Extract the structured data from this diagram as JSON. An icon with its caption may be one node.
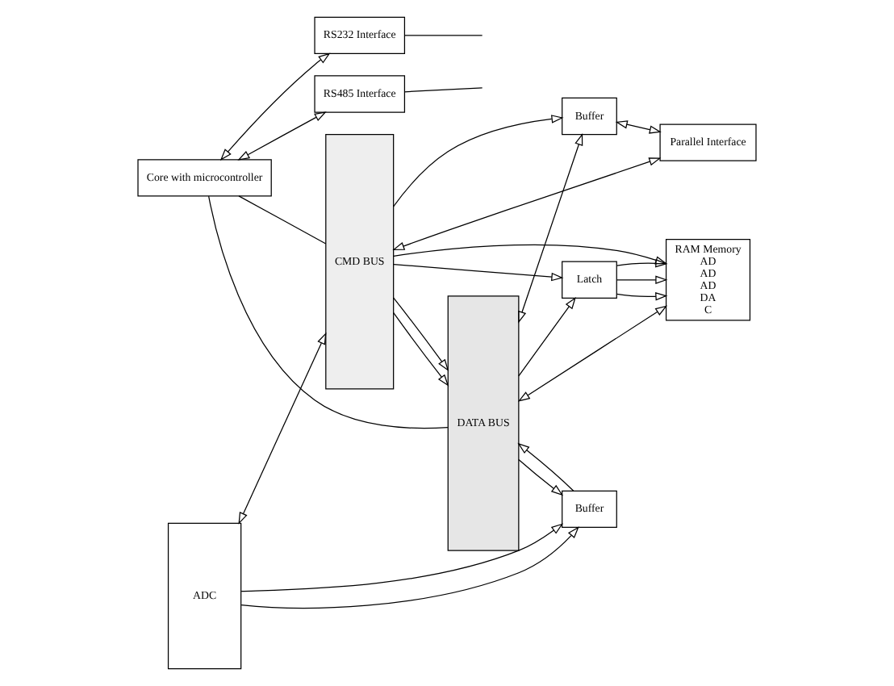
{
  "diagram": {
    "nodes": [
      {
        "text": [
          "Core with microcontroller"
        ]
      },
      {
        "text": [
          "RS485 Interface"
        ]
      },
      {
        "text": [
          "RS232 Interface"
        ]
      },
      {
        "text": [
          "DATA BUS"
        ]
      },
      {
        "text": [
          "CMD BUS"
        ]
      },
      {
        "text": [
          "Latch"
        ]
      },
      {
        "text": [
          "RAM Memory",
          "AD",
          "AD",
          "AD",
          "DA",
          "C"
        ]
      },
      {
        "text": [
          "ADC"
        ]
      },
      {
        "text": [
          "Buffer"
        ]
      },
      {
        "text": [
          "Buffer"
        ]
      },
      {
        "text": [
          "Parallel Interface"
        ]
      }
    ],
    "edges": [
      {
        "from": 0,
        "to": 1,
        "arrow": "both"
      },
      {
        "from": 0,
        "to": 2,
        "arrow": "both"
      },
      {
        "from": 1,
        "to": null,
        "arrow": "none"
      },
      {
        "from": 2,
        "to": null,
        "arrow": "none"
      },
      {
        "from": 0,
        "to": 3,
        "arrow": "none"
      },
      {
        "from": 0,
        "to": 4,
        "arrow": "none"
      },
      {
        "from": 7,
        "to": 8,
        "arrow": "to"
      },
      {
        "from": 7,
        "to": 8,
        "arrow": "to"
      },
      {
        "from": 8,
        "to": 3,
        "arrow": "to"
      },
      {
        "from": 3,
        "to": 8,
        "arrow": "to"
      },
      {
        "from": 7,
        "to": 4,
        "arrow": "both"
      },
      {
        "from": 3,
        "to": 5,
        "arrow": "to"
      },
      {
        "from": 4,
        "to": 5,
        "arrow": "to"
      },
      {
        "from": 5,
        "to": 6,
        "arrow": "to"
      },
      {
        "from": 5,
        "to": 6,
        "arrow": "to"
      },
      {
        "from": 5,
        "to": 6,
        "arrow": "to"
      },
      {
        "from": 4,
        "to": 3,
        "arrow": "to"
      },
      {
        "from": 3,
        "to": 6,
        "arrow": "both"
      },
      {
        "from": 4,
        "to": 6,
        "arrow": "to"
      },
      {
        "from": 4,
        "to": 3,
        "arrow": "to"
      },
      {
        "from": 4,
        "to": 9,
        "arrow": "to"
      },
      {
        "from": 3,
        "to": 9,
        "arrow": "both"
      },
      {
        "from": 9,
        "to": 10,
        "arrow": "both"
      },
      {
        "from": 4,
        "to": 10,
        "arrow": "both"
      }
    ]
  }
}
